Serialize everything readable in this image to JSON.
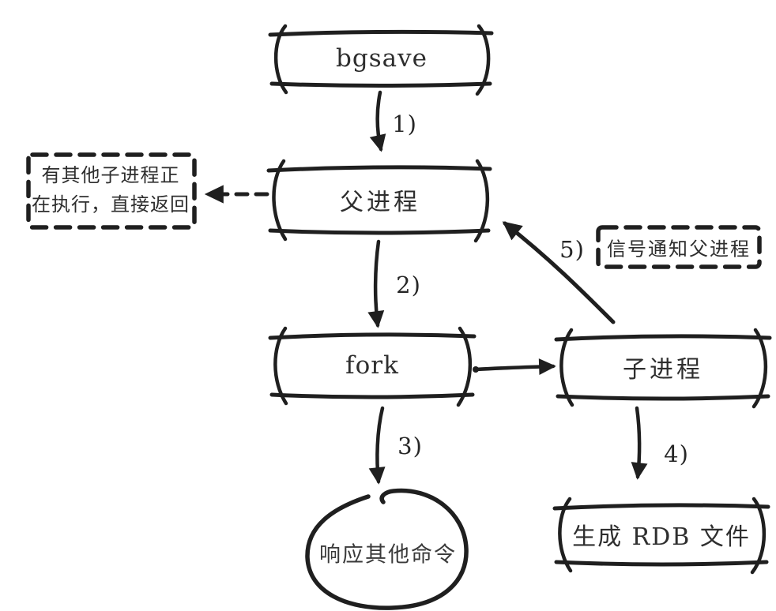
{
  "colors": {
    "ink": "#1f1f1f",
    "background": "#ffffff"
  },
  "nodes": {
    "bgsave": {
      "label": "bgsave"
    },
    "parent_process": {
      "label": "父进程"
    },
    "fork": {
      "label": "fork"
    },
    "child_process": {
      "label": "子进程"
    },
    "generate_rdb": {
      "label": "生成 RDB 文件"
    },
    "respond_other_commands": {
      "label": "响应其他命令"
    }
  },
  "notes": {
    "early_return": {
      "line1": "有其他子进程正",
      "line2": "在执行，直接返回"
    },
    "signal_notify": {
      "label": "信号通知父进程"
    }
  },
  "step_labels": {
    "step1": "1)",
    "step2": "2)",
    "step3": "3)",
    "step4": "4)",
    "step5": "5)"
  }
}
